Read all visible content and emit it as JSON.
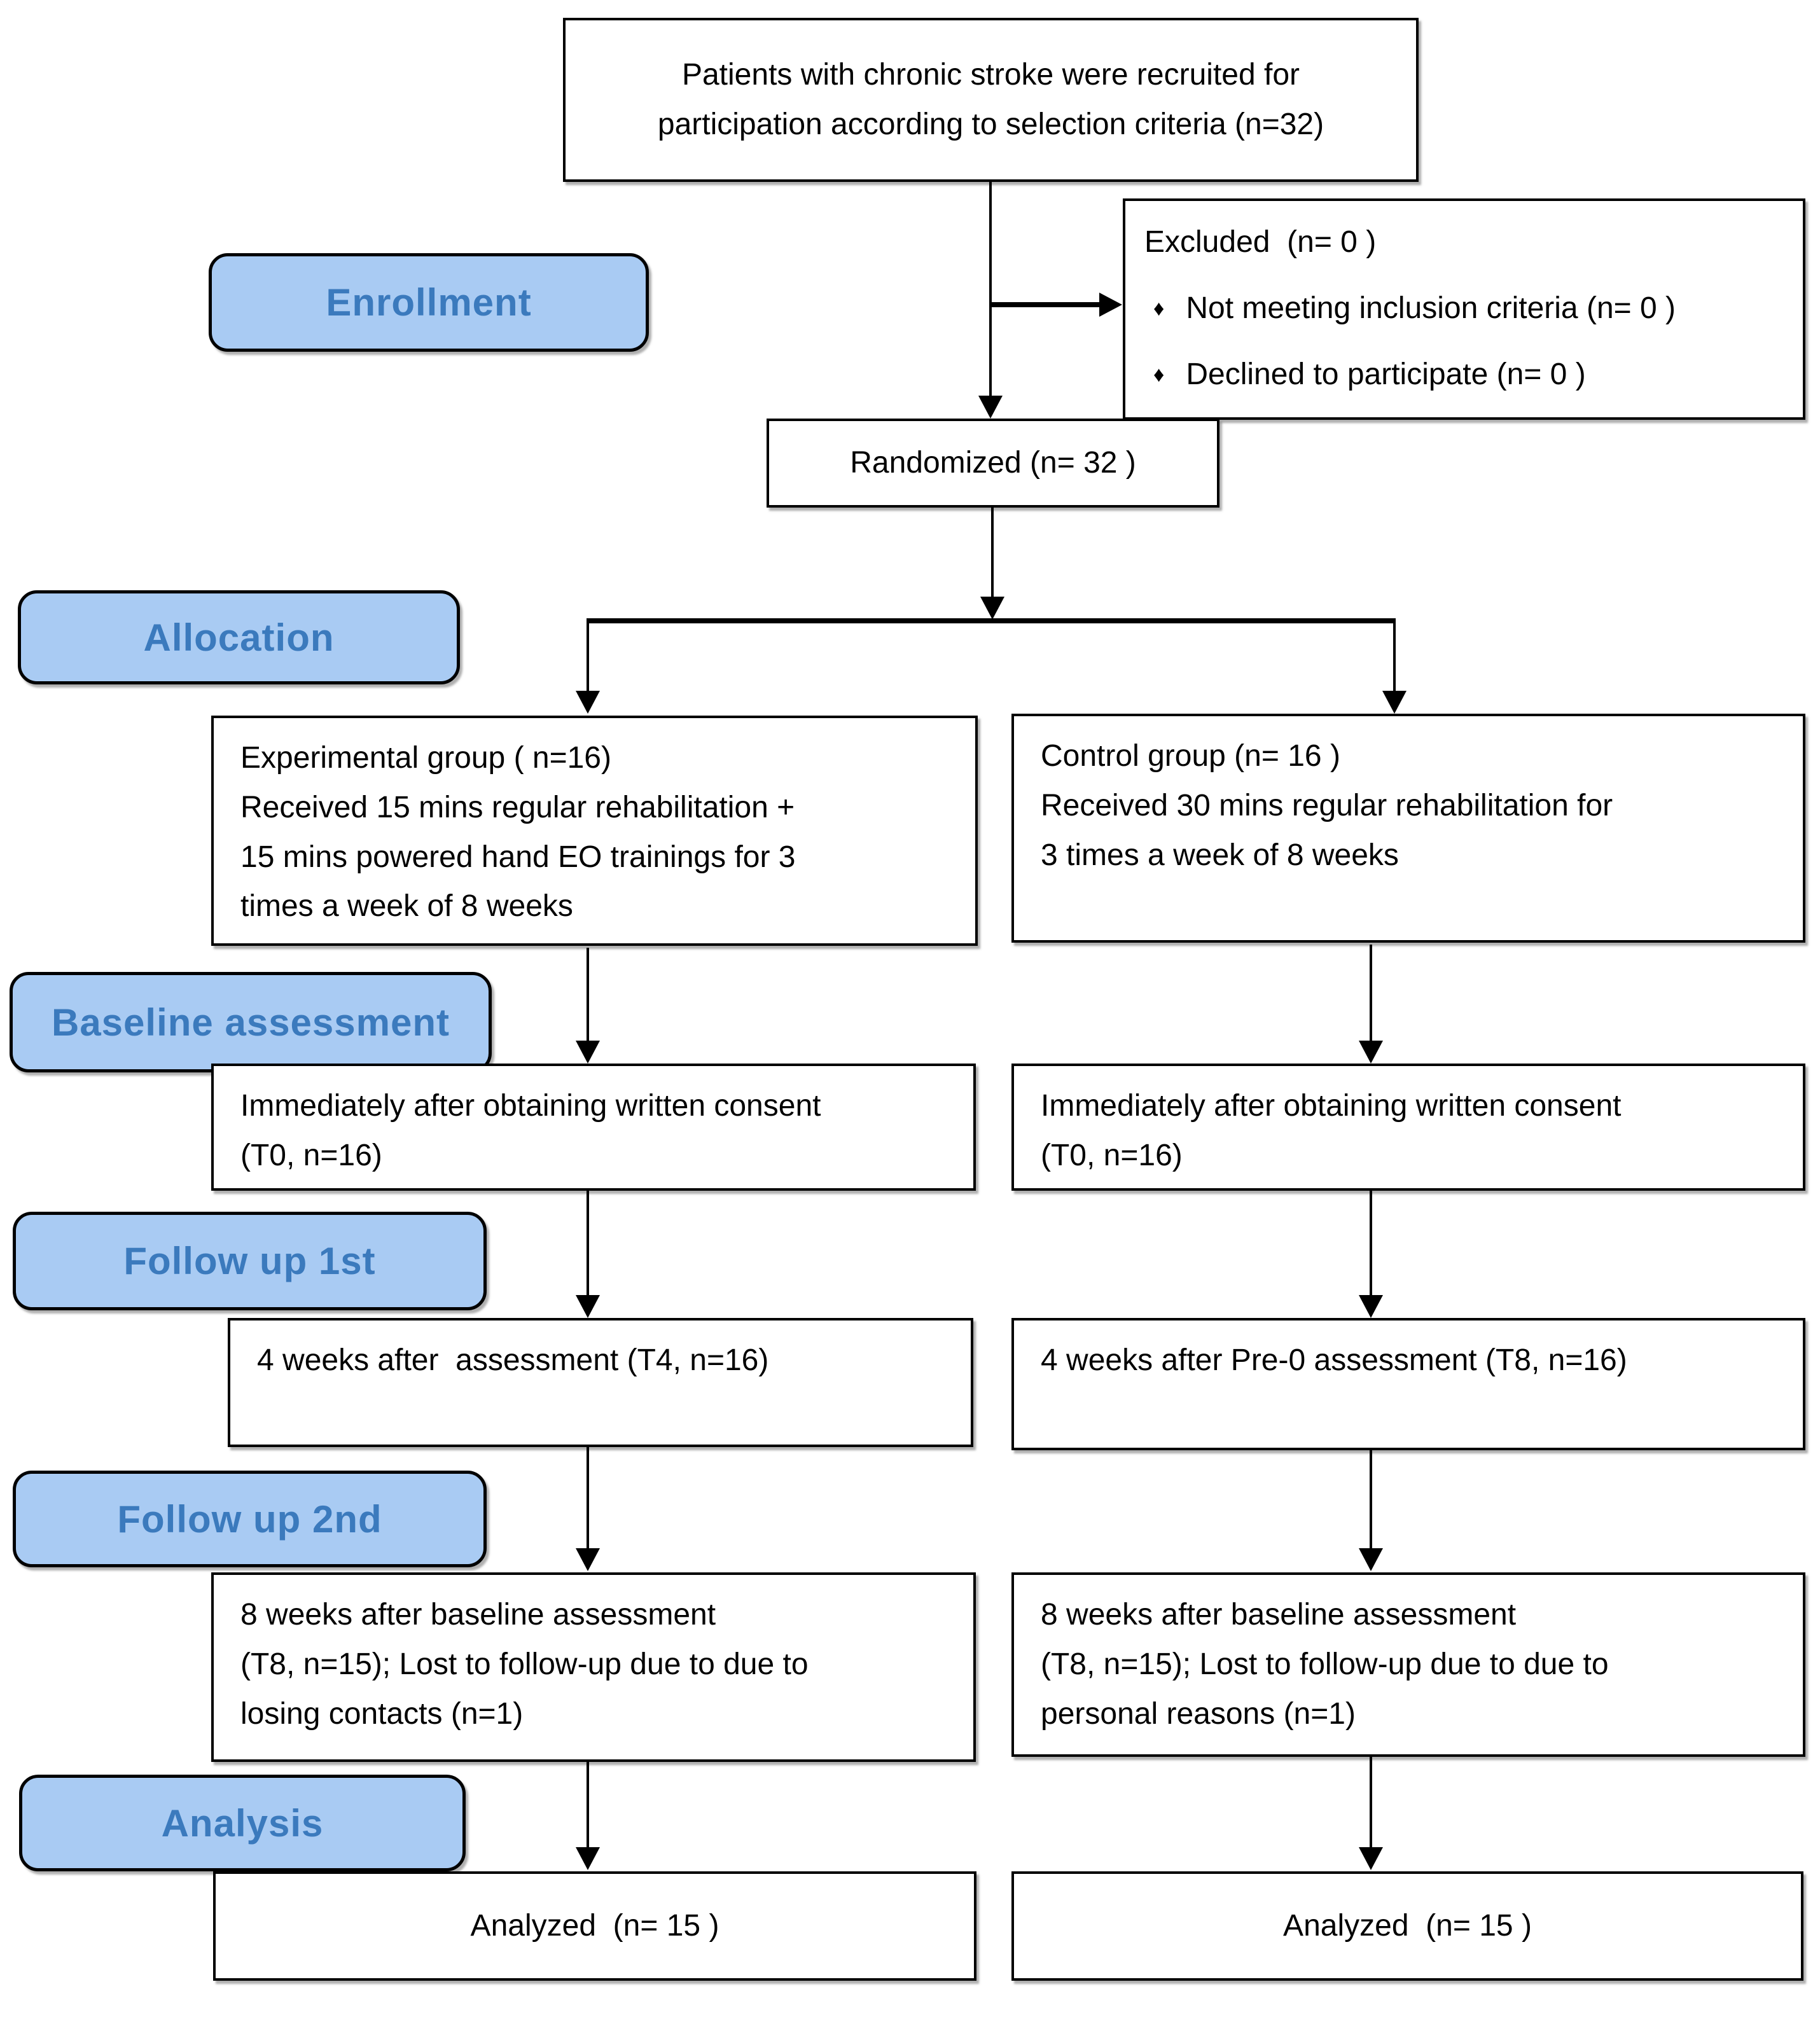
{
  "diagram": {
    "title_box": {
      "lines": [
        "Patients with chronic stroke were recruited for",
        "participation according to selection criteria (n=32)"
      ]
    },
    "excluded_box": {
      "title": "Excluded  (n= 0 )",
      "bullet_icon": "♦",
      "items": [
        "Not meeting inclusion criteria (n= 0 )",
        "Declined to participate (n= 0 )"
      ]
    },
    "stage_labels": {
      "enrollment": "Enrollment",
      "allocation": "Allocation",
      "baseline": "Baseline assessment",
      "followup1": "Follow up 1st",
      "followup2": "Follow up 2nd",
      "analysis": "Analysis"
    },
    "randomized_box": {
      "text": "Randomized (n= 32 )"
    },
    "experimental_box": {
      "lines": [
        "Experimental group ( n=16)",
        "Received 15 mins regular rehabilitation +",
        "15 mins powered hand EO trainings for 3",
        "times a week of 8 weeks"
      ]
    },
    "control_box": {
      "lines": [
        "Control group (n= 16 )",
        "Received 30 mins regular rehabilitation for",
        "3 times a week of 8 weeks"
      ]
    },
    "baseline_left_box": {
      "lines": [
        "Immediately after obtaining written consent",
        "(T0, n=16)"
      ]
    },
    "baseline_right_box": {
      "lines": [
        "Immediately after obtaining written consent",
        "(T0, n=16)"
      ]
    },
    "followup1_left_box": {
      "text": "4 weeks after  assessment (T4, n=16)"
    },
    "followup1_right_box": {
      "text": "4 weeks after Pre-0 assessment (T8, n=16)"
    },
    "followup2_left_box": {
      "lines": [
        "8 weeks after baseline assessment",
        "(T8, n=15); Lost to follow-up due to due to",
        "losing contacts (n=1)"
      ]
    },
    "followup2_right_box": {
      "lines": [
        "8 weeks after baseline assessment",
        "(T8, n=15); Lost to follow-up due to due to",
        "personal reasons (n=1)"
      ]
    },
    "analyzed_left_box": {
      "text": "Analyzed  (n= 15 )"
    },
    "analyzed_right_box": {
      "text": "Analyzed  (n= 15 )"
    },
    "colors": {
      "stage_fill": "#a9cbf3",
      "stage_text": "#3b7abd",
      "box_border": "#000000",
      "background": "#ffffff"
    }
  }
}
